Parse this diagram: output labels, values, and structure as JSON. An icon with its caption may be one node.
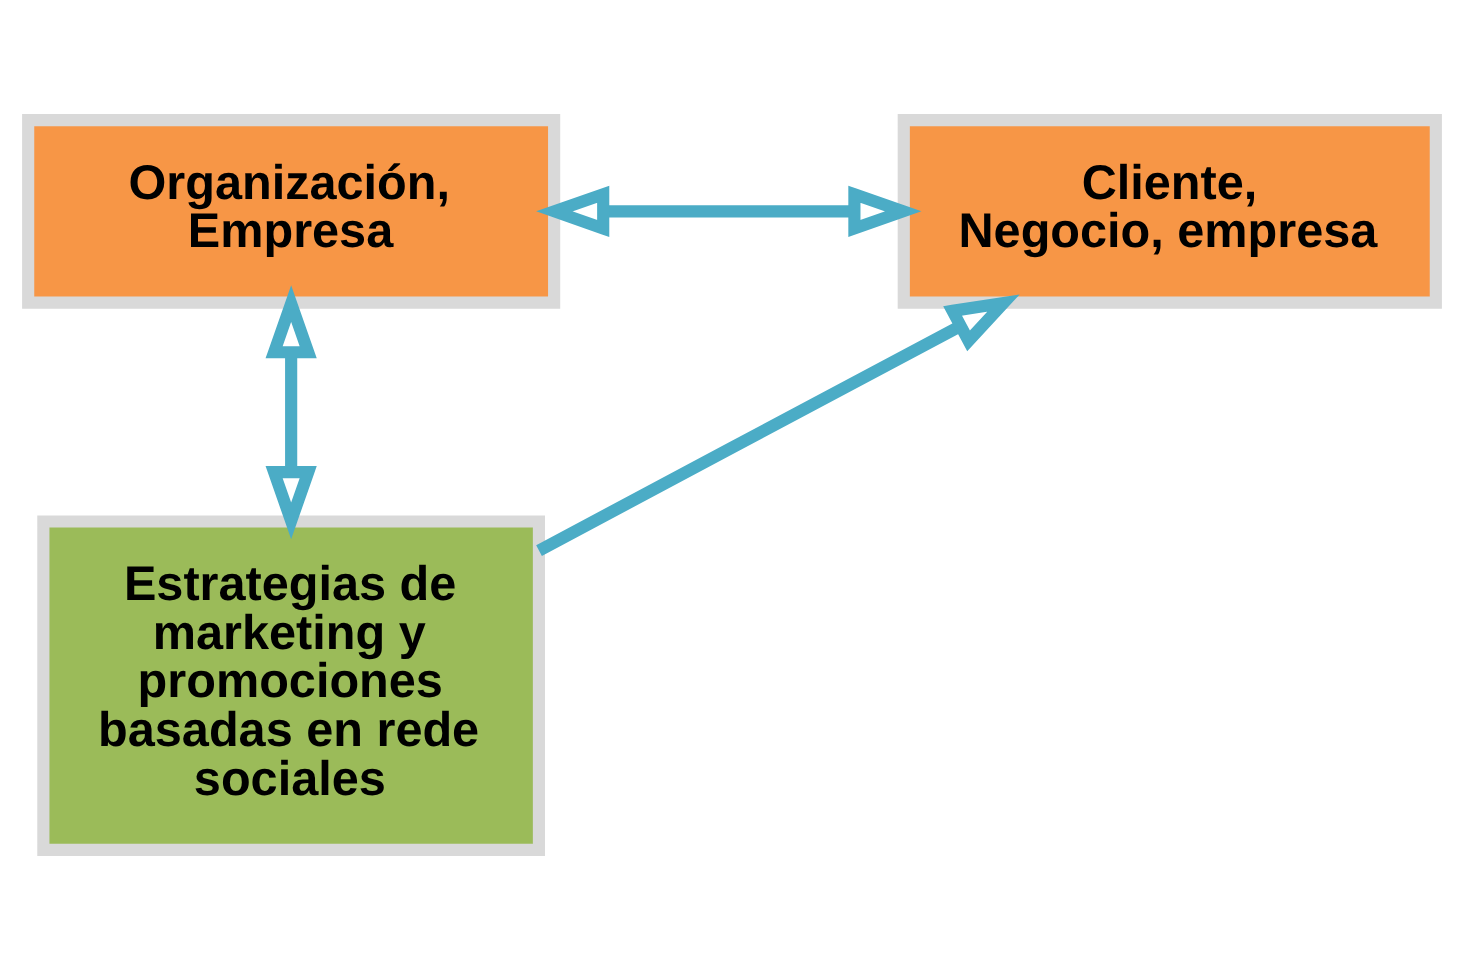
{
  "diagram": {
    "nodes": [
      {
        "text": [
          "Organización, Empresa"
        ]
      },
      {
        "text": [
          "Cliente, Negocio, empresa"
        ]
      },
      {
        "text": [
          "Estrategias de marketing y promociones basadas en rede sociales"
        ]
      }
    ],
    "edges": [
      {
        "from": 0,
        "to": 1,
        "arrow": "both"
      },
      {
        "from": 0,
        "to": 2,
        "arrow": "both"
      },
      {
        "from": 2,
        "to": 1,
        "arrow": "to"
      }
    ]
  }
}
